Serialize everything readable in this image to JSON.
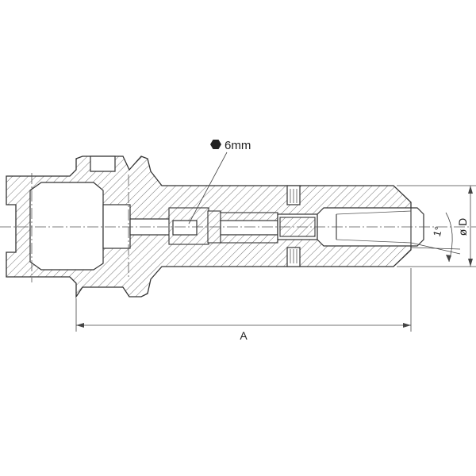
{
  "labels": {
    "hex_key": "6mm",
    "length": "A",
    "diameter": "ø D",
    "taper_angle": "1°"
  },
  "icons": {
    "hex_key_icon": "hexagon-icon"
  },
  "colors": {
    "line": "#333333",
    "hatch": "#666666",
    "background": "#ffffff"
  }
}
